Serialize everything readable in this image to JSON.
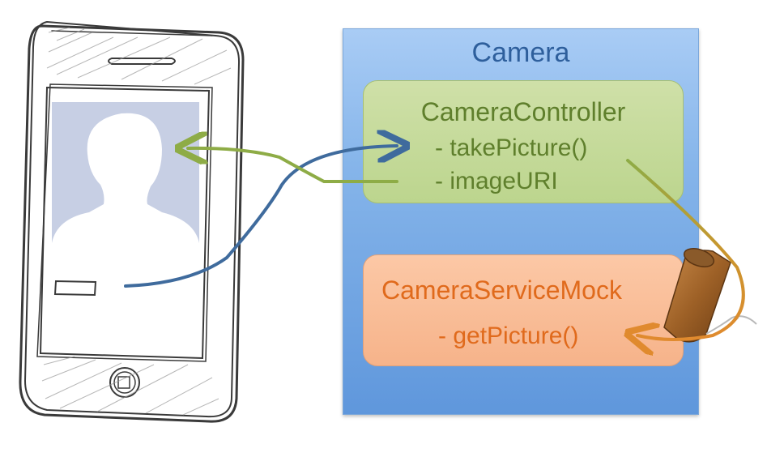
{
  "diagram": {
    "camera": {
      "title": "Camera",
      "controller": {
        "title": "CameraController",
        "items": [
          "- takePicture()",
          "- imageURI"
        ]
      },
      "service_mock": {
        "title": "CameraServiceMock",
        "items": [
          "- getPicture()"
        ]
      }
    },
    "colors": {
      "camera_fill": "#86b5ea",
      "controller_fill": "#bcd58e",
      "controller_text": "#5f7f2c",
      "mock_fill": "#f6b38a",
      "mock_text": "#e06a1c",
      "arrow_blue": "#3f6b9d",
      "arrow_green": "#8eac46",
      "arrow_orange": "#e08a2e"
    },
    "icons": [
      "phone-sketch-icon",
      "profile-silhouette-icon",
      "cork-icon"
    ]
  }
}
